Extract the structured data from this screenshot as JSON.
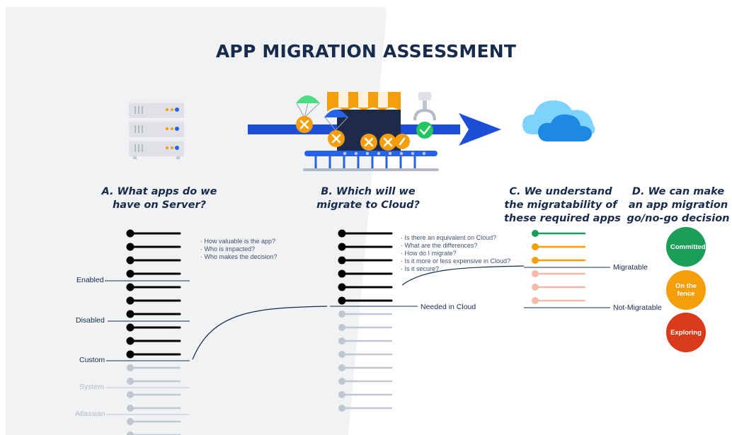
{
  "title": "APP MIGRATION ASSESSMENT",
  "steps": {
    "a": {
      "line1": "A. What apps do we",
      "line2": "have on Server?"
    },
    "b": {
      "line1": "B. Which will we",
      "line2": "migrate to Cloud?"
    },
    "c": {
      "line1": "C. We understand",
      "line2": "the migratability of",
      "line3": "these required apps"
    },
    "d": {
      "line1": "D. We can make",
      "line2": "an app migration",
      "line3": "go/no-go decision"
    }
  },
  "server_questions": [
    "How valuable is the app?",
    "Who is impacted?",
    "Who makes the decision?"
  ],
  "cloud_questions": [
    "Is there an equivalent on Cloud?",
    "What are the differences?",
    "How do I migrate?",
    "Is it more or less expensive in Cloud?",
    "Is it secure?"
  ],
  "categories": {
    "enabled": "Enabled",
    "disabled": "Disabled",
    "custom": "Custom",
    "system": "System",
    "atlassian": "Atlassian"
  },
  "needed_label": "Needed in Cloud",
  "migratable_label": "Migratable",
  "not_migratable_label": "Not-Migratable",
  "decisions": {
    "committed": "Committed",
    "fence_line1": "On the",
    "fence_line2": "fence",
    "exploring": "Exploring"
  },
  "colors": {
    "navy": "#172b4d",
    "arrow_blue": "#1d4ed8",
    "committed": "#1b9e5a",
    "fence": "#f59e0b",
    "exploring": "#d93a1a",
    "muted": "#c1c7d0",
    "pink": "#f4b9a8",
    "cloud": "#29b6f6",
    "background_panel": "#f1f2f4"
  },
  "icons": [
    "server-icon",
    "parachute-icon",
    "conveyor-machine-icon",
    "robot-claw-icon",
    "cloud-icon"
  ]
}
